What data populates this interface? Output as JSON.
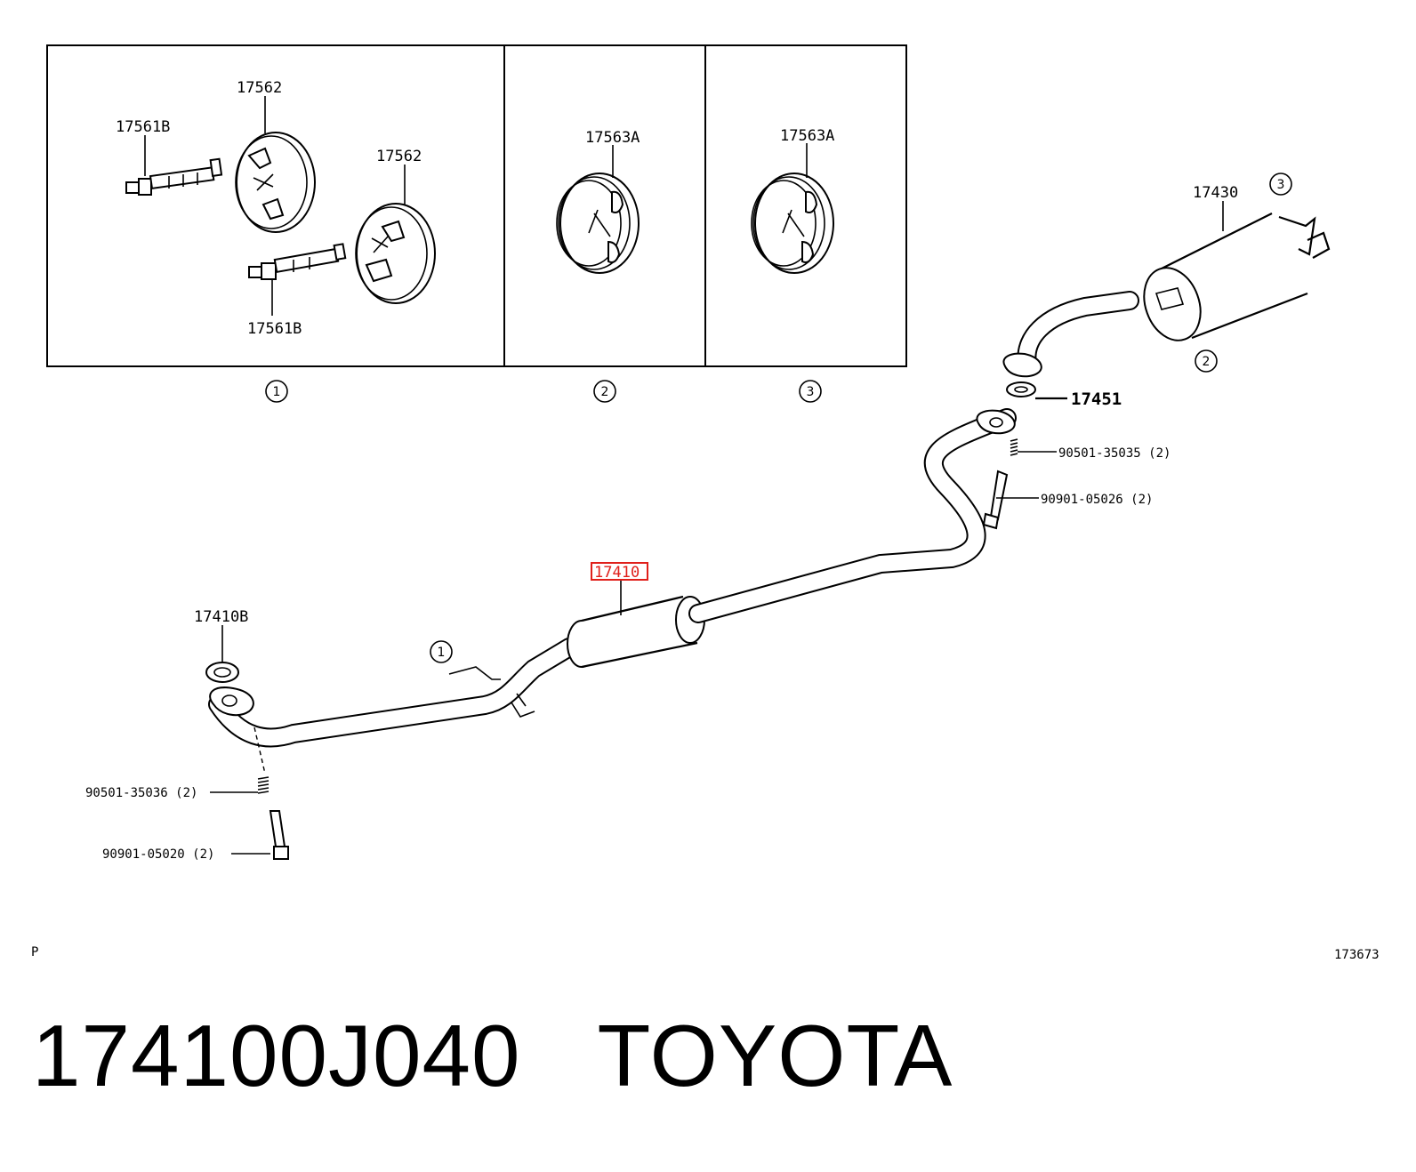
{
  "callouts": {
    "c17562_top": "17562",
    "c17561b_top": "17561B",
    "c17562_right": "17562",
    "c17561b_bottom": "17561B",
    "c17563a_2": "17563A",
    "c17563a_3": "17563A",
    "c17430": "17430",
    "c17451": "17451",
    "c90501_35035": "90501-35035 (2)",
    "c90901_05026": "90901-05026 (2)",
    "c17410": "17410",
    "c17410b": "17410B",
    "c90501_35036": "90501-35036 (2)",
    "c90901_05020": "90901-05020 (2)"
  },
  "circled": {
    "box1": "1",
    "box2": "2",
    "box3": "3",
    "muffler_top": "3",
    "muffler_bottom": "2",
    "pipe": "1"
  },
  "corner": {
    "left": "P",
    "right": "173673"
  },
  "footer": {
    "part_number": "174100J040",
    "brand": "TOYOTA"
  },
  "colors": {
    "highlight": "#e0201b",
    "ink": "#000000"
  }
}
